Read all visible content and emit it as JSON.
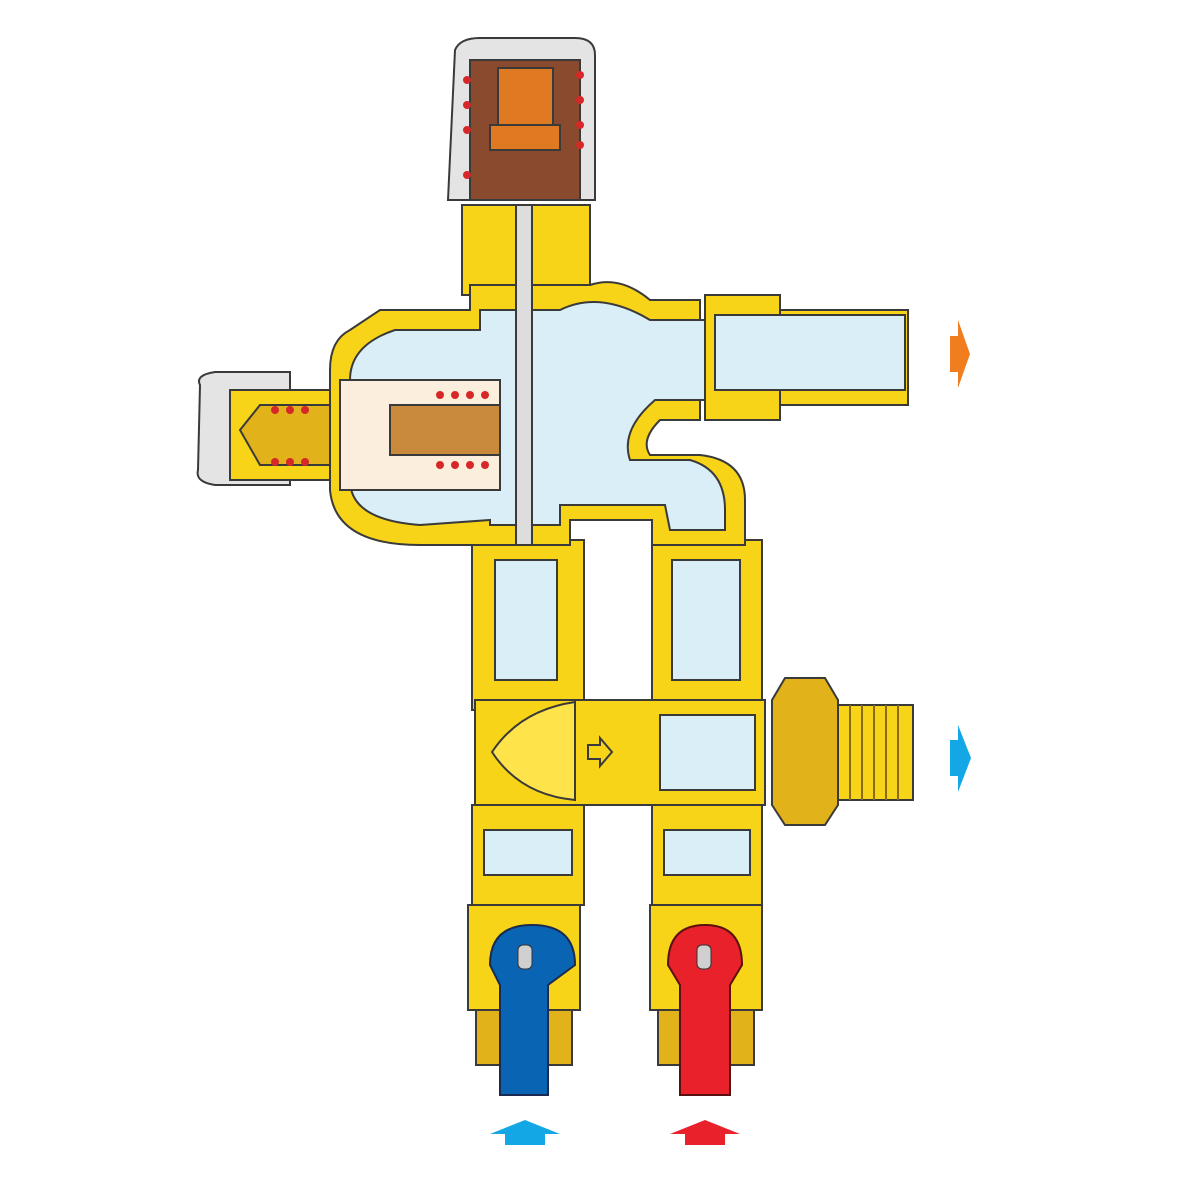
{
  "diagram": {
    "subject": "mixing-valve-cross-section",
    "colors": {
      "brass": "#f7d417",
      "brass_dark": "#e2b21a",
      "water": "#d9eef6",
      "outline": "#3a3a3a",
      "cap_grey": "#e4e4e4",
      "cap_brown": "#8a4a2e",
      "piston_orange": "#e07a22",
      "spring_red": "#d62828",
      "hot_red": "#e8212b",
      "cold_blue": "#0a64b4",
      "arrow_cyan": "#13a7e6",
      "arrow_orange": "#f07d1e"
    },
    "flow_arrows": [
      {
        "id": "mixed-outlet",
        "direction": "right",
        "color": "#f07d1e"
      },
      {
        "id": "cold-bypass-outlet",
        "direction": "right",
        "color": "#13a7e6"
      },
      {
        "id": "cold-inlet",
        "direction": "up",
        "color": "#13a7e6"
      },
      {
        "id": "hot-inlet",
        "direction": "up",
        "color": "#e8212b"
      }
    ],
    "ball_valves": [
      {
        "id": "cold",
        "handle_color": "#0a64b4"
      },
      {
        "id": "hot",
        "handle_color": "#e8212b"
      }
    ]
  }
}
